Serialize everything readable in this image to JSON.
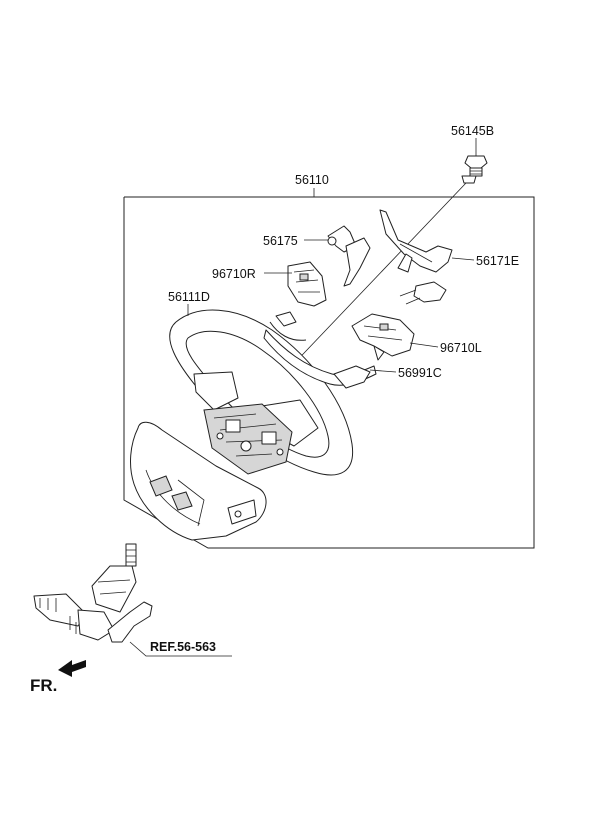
{
  "labels": {
    "nut": "56145B",
    "assembly": "56110",
    "cover_switch": "56175",
    "wiring": "56171E",
    "switch_right": "96710R",
    "wheel": "56111D",
    "switch_left": "96710L",
    "extension_wire": "56991C",
    "reference": "REF.56-563",
    "front": "FR."
  }
}
